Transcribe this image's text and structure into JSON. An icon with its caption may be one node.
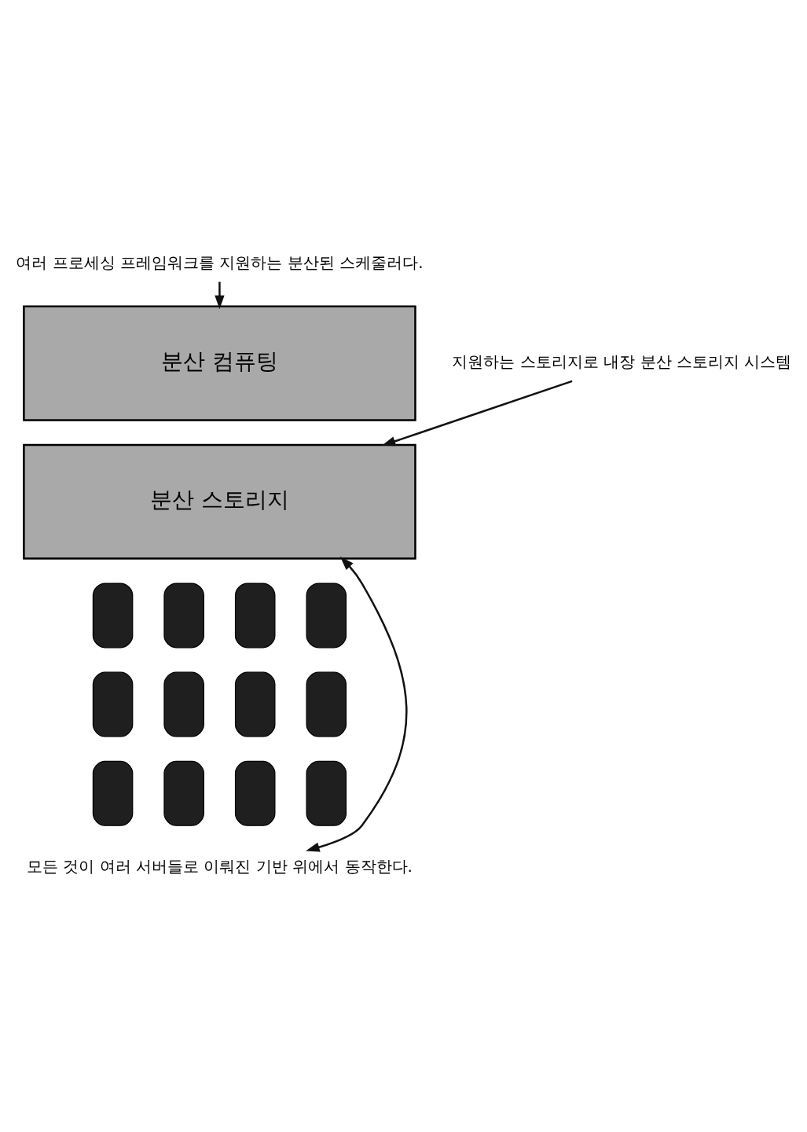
{
  "diagram": {
    "nodes": [
      {
        "text": [
          "여러 프로세싱 프레임워크를 지원하는 분산된 스케줄러다."
        ]
      },
      {
        "text": [
          "지원하는 스토리지로 내장 분산 스토리지 시스템"
        ]
      },
      {
        "text": [
          "분산 컴퓨팅"
        ]
      },
      {
        "text": [
          "분산 스토리지"
        ]
      },
      {
        "text": [],
        "shape": "server"
      },
      {
        "text": [],
        "shape": "server"
      },
      {
        "text": [],
        "shape": "server"
      },
      {
        "text": [],
        "shape": "server"
      },
      {
        "text": [],
        "shape": "server"
      },
      {
        "text": [],
        "shape": "server"
      },
      {
        "text": [],
        "shape": "server"
      },
      {
        "text": [],
        "shape": "server"
      },
      {
        "text": [],
        "shape": "server"
      },
      {
        "text": [],
        "shape": "server"
      },
      {
        "text": [],
        "shape": "server"
      },
      {
        "text": [],
        "shape": "server"
      },
      {
        "text": [
          "모든 것이 여러 서버들로 이뤄진 기반 위에서 동작한다."
        ]
      }
    ],
    "edges": [
      {
        "from": 0,
        "to": 2,
        "arrow": "to"
      },
      {
        "from": 1,
        "to": 3,
        "arrow": "to"
      },
      {
        "from": 16,
        "to": 3,
        "arrow": "both"
      }
    ]
  }
}
